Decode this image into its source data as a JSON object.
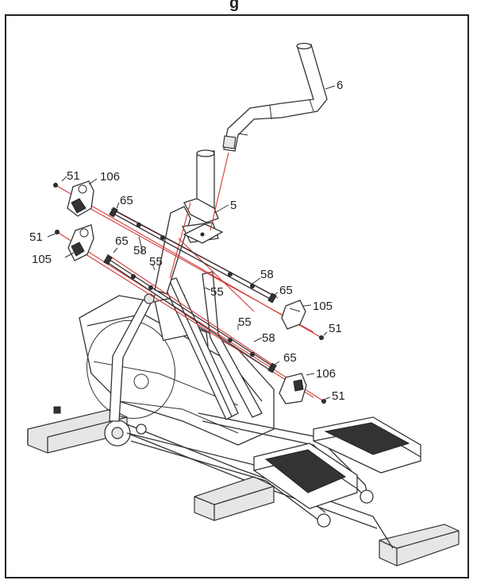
{
  "header_text": "g",
  "labels": {
    "p6": "6",
    "p5": "5",
    "p106a": "106",
    "p106b": "106",
    "p105a": "105",
    "p105b": "105",
    "p51a": "51",
    "p51b": "51",
    "p51c": "51",
    "p51d": "51",
    "p65a": "65",
    "p65b": "65",
    "p65c": "65",
    "p65d": "65",
    "p58a": "58",
    "p58b": "58",
    "p58c": "58",
    "p55a": "55",
    "p55b": "55",
    "p55c": "55"
  },
  "colors": {
    "line": "#333333",
    "guide": "#d23a3a",
    "shade": "#e6e6e6",
    "frame": "#222222"
  }
}
